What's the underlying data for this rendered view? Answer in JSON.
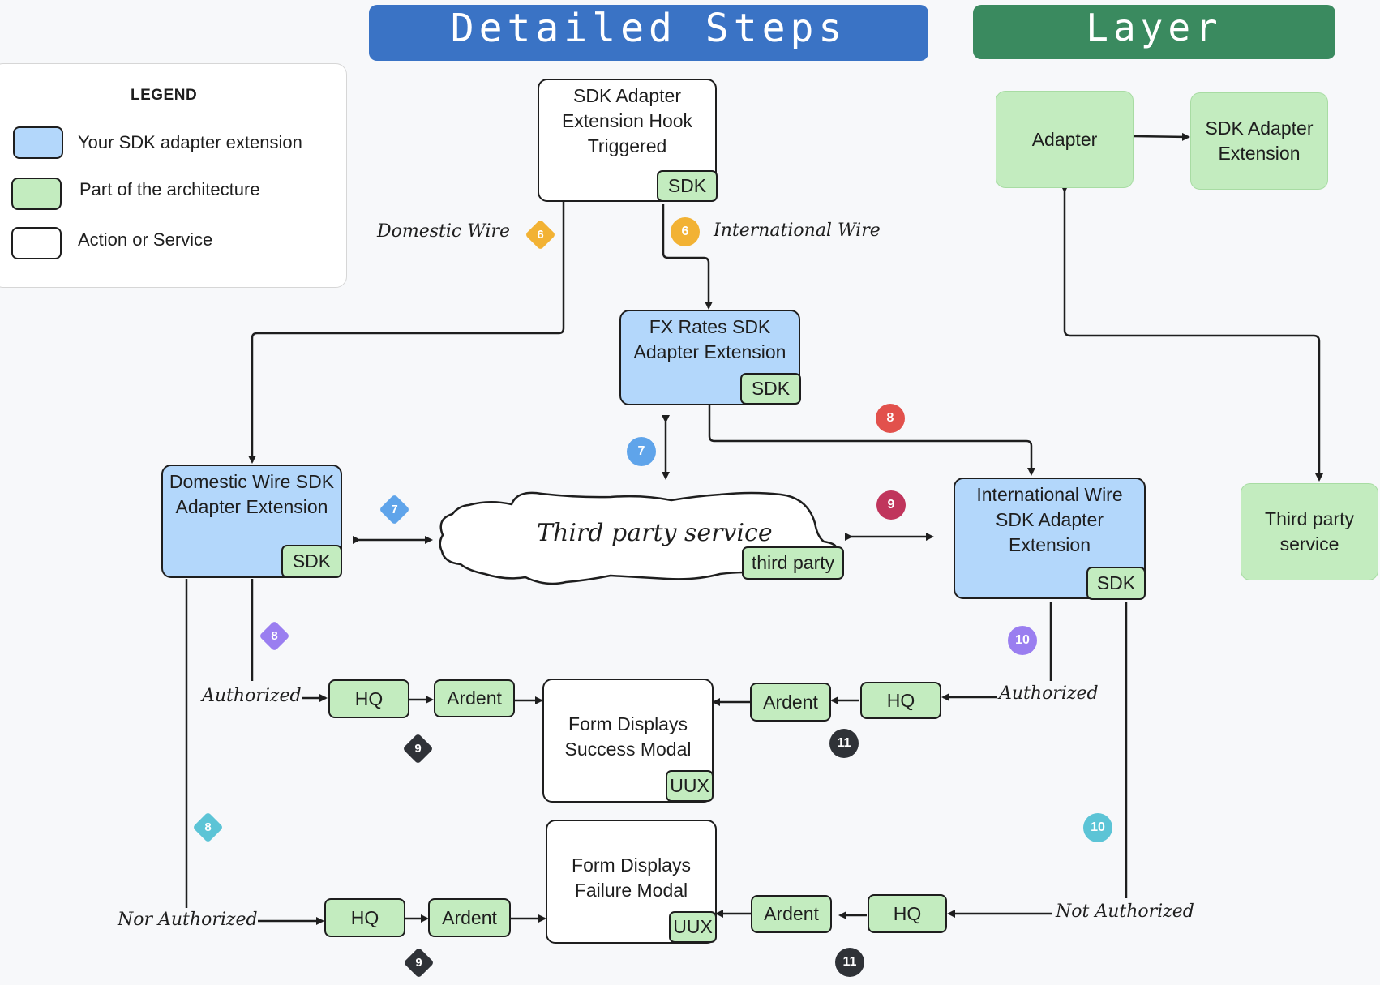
{
  "headers": {
    "steps": {
      "label": "Detailed Steps",
      "color": "#3a73c5"
    },
    "layer": {
      "label": "Layer",
      "color": "#3a8a5f"
    }
  },
  "legend": {
    "title": "LEGEND",
    "items": [
      {
        "label": "Your SDK adapter extension",
        "color": "#b3d7fb"
      },
      {
        "label": "Part of the architecture",
        "color": "#c3ecbf"
      },
      {
        "label": "Action or Service",
        "color": "#ffffff"
      }
    ]
  },
  "nodes": {
    "hook": {
      "label": "SDK Adapter Extension Hook Triggered",
      "tag": "SDK"
    },
    "fx": {
      "label": "FX Rates SDK Adapter Extension",
      "tag": "SDK"
    },
    "domestic": {
      "label": "Domestic Wire SDK Adapter Extension",
      "tag": "SDK"
    },
    "international": {
      "label": "International Wire SDK Adapter Extension",
      "tag": "SDK"
    },
    "third_party": {
      "label": "Third party service",
      "tag": "third party"
    },
    "success": {
      "label": "Form Displays Success Modal",
      "tag": "UUX"
    },
    "failure": {
      "label": "Form Displays Failure Modal",
      "tag": "UUX"
    }
  },
  "chips": {
    "hq": "HQ",
    "ardent": "Ardent"
  },
  "edge_labels": {
    "domestic_wire": "Domestic Wire",
    "international_wire": "International Wire",
    "authorized": "Authorized",
    "nor_authorized": "Nor Authorized",
    "not_authorized": "Not Authorized"
  },
  "layer_nodes": {
    "adapter": "Adapter",
    "sdk_adapter_extension": "SDK Adapter Extension",
    "third_party": "Third party service"
  },
  "markers": {
    "m6a": {
      "text": "6",
      "color": "#f2b234"
    },
    "m6b": {
      "text": "6",
      "color": "#f2b234"
    },
    "m7a": {
      "text": "7",
      "color": "#5fa4ea"
    },
    "m7b": {
      "text": "7",
      "color": "#5fa4ea"
    },
    "m8a": {
      "text": "8",
      "color": "#e2514c"
    },
    "m8b": {
      "text": "8",
      "color": "#9a7ef0"
    },
    "m8c": {
      "text": "8",
      "color": "#5cc4d6"
    },
    "m9a": {
      "text": "9",
      "color": "#c0355c"
    },
    "m9b": {
      "text": "9",
      "color": "#2f3237"
    },
    "m9c": {
      "text": "9",
      "color": "#2f3237"
    },
    "m10a": {
      "text": "10",
      "color": "#9a7ef0"
    },
    "m10b": {
      "text": "10",
      "color": "#5cc4d6"
    },
    "m11a": {
      "text": "11",
      "color": "#2f3237"
    },
    "m11b": {
      "text": "11",
      "color": "#2f3237"
    }
  }
}
